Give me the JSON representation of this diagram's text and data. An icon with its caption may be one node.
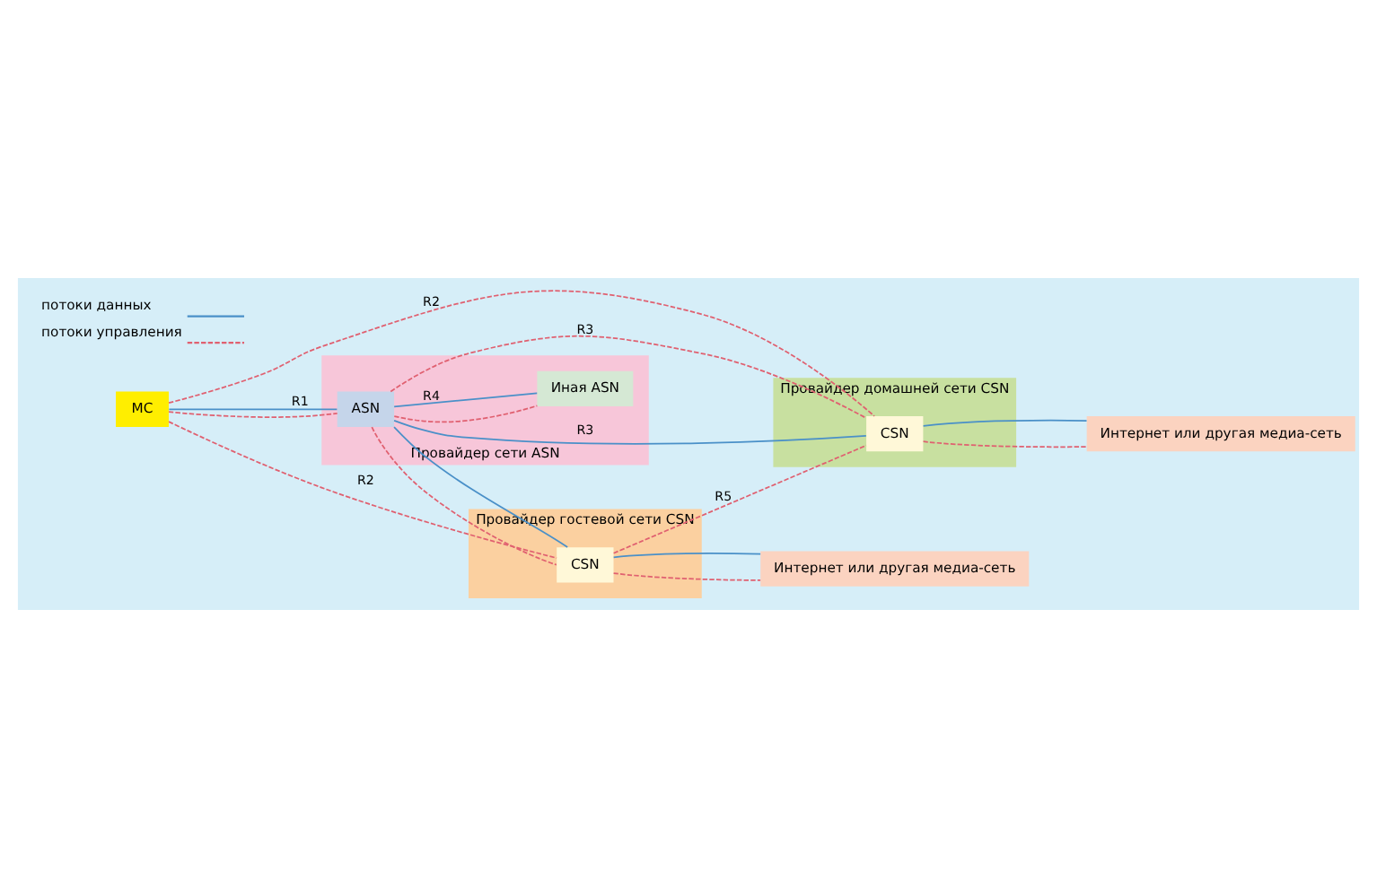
{
  "diagram": {
    "nodes": [
      {
        "text": [
          "Провайдер сети ASN"
        ]
      },
      {
        "text": [
          "Провайдер гостевой сети CSN"
        ]
      },
      {
        "text": [
          "Провайдер домашней сети CSN"
        ]
      },
      {
        "text": [
          "MC"
        ]
      },
      {
        "text": [
          "ASN"
        ],
        "in": 0
      },
      {
        "text": [
          "Иная ASN"
        ],
        "in": 0
      },
      {
        "text": [
          "CSN"
        ],
        "in": 1
      },
      {
        "text": [
          "CSN"
        ],
        "in": 2
      },
      {
        "text": [
          "Интернет или другая медиа-сеть"
        ]
      },
      {
        "text": [
          "Интернет или другая медиа-сеть"
        ]
      }
    ],
    "edges": [
      {
        "from": 3,
        "to": 4,
        "arrow": "none",
        "style": "dashed"
      },
      {
        "from": 3,
        "to": 4,
        "arrow": "none",
        "label": "R1",
        "color": "#4a90c8"
      },
      {
        "from": 3,
        "to": 7,
        "arrow": "none",
        "label": "R2",
        "style": "dashed"
      },
      {
        "from": 3,
        "to": 6,
        "arrow": "none",
        "label": "R2",
        "style": "dashed"
      },
      {
        "from": 4,
        "to": 7,
        "arrow": "none",
        "label": "R3",
        "style": "dashed"
      },
      {
        "from": 4,
        "to": 7,
        "arrow": "none",
        "label": "R3",
        "color": "#4a90c8"
      },
      {
        "from": 4,
        "to": 6,
        "arrow": "none",
        "style": "dashed"
      },
      {
        "from": 4,
        "to": 6,
        "arrow": "none",
        "color": "#4a90c8"
      },
      {
        "from": 4,
        "to": 5,
        "arrow": "none",
        "style": "dashed"
      },
      {
        "from": 4,
        "to": 5,
        "arrow": "none",
        "label": "R4",
        "color": "#4a90c8"
      },
      {
        "from": 6,
        "to": 7,
        "arrow": "none",
        "label": "R5",
        "style": "dashed"
      },
      {
        "from": 6,
        "to": 8,
        "arrow": "none",
        "style": "dashed"
      },
      {
        "from": 6,
        "to": 8,
        "arrow": "none",
        "color": "#4a90c8"
      },
      {
        "from": 7,
        "to": 9,
        "arrow": "none",
        "style": "dashed"
      },
      {
        "from": 7,
        "to": 9,
        "arrow": "none",
        "color": "#4a90c8"
      }
    ],
    "legend": [
      {
        "text": "потоки данных"
      },
      {
        "text": "потоки управления"
      }
    ]
  }
}
